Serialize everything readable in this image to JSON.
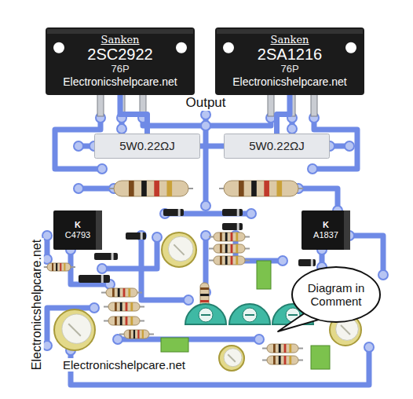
{
  "diagram": {
    "nodes": [
      {
        "text": [
          "Sanken",
          "2SC2922",
          "76P",
          "Electronicshelpcare.net"
        ]
      },
      {
        "text": [
          "Sanken",
          "2SA1216",
          "76P",
          "Electronicshelpcare.net"
        ]
      },
      {
        "text": [
          "5W0.22ΩJ"
        ]
      },
      {
        "text": [
          "5W0.22ΩJ"
        ]
      },
      {
        "text": [
          "K",
          "C4793"
        ]
      },
      {
        "text": [
          "K",
          "A1837"
        ]
      },
      {
        "text": [
          "Diagram in Comment"
        ]
      }
    ],
    "edges": [
      {
        "from": 0,
        "to": 2,
        "arrow": "none"
      },
      {
        "from": 1,
        "to": 3,
        "arrow": "none"
      },
      {
        "from": 2,
        "to": 3,
        "arrow": "none"
      }
    ],
    "labels": [
      "Output",
      "Electronicshelpcare.net",
      "Electronicshelpcare.net"
    ]
  }
}
